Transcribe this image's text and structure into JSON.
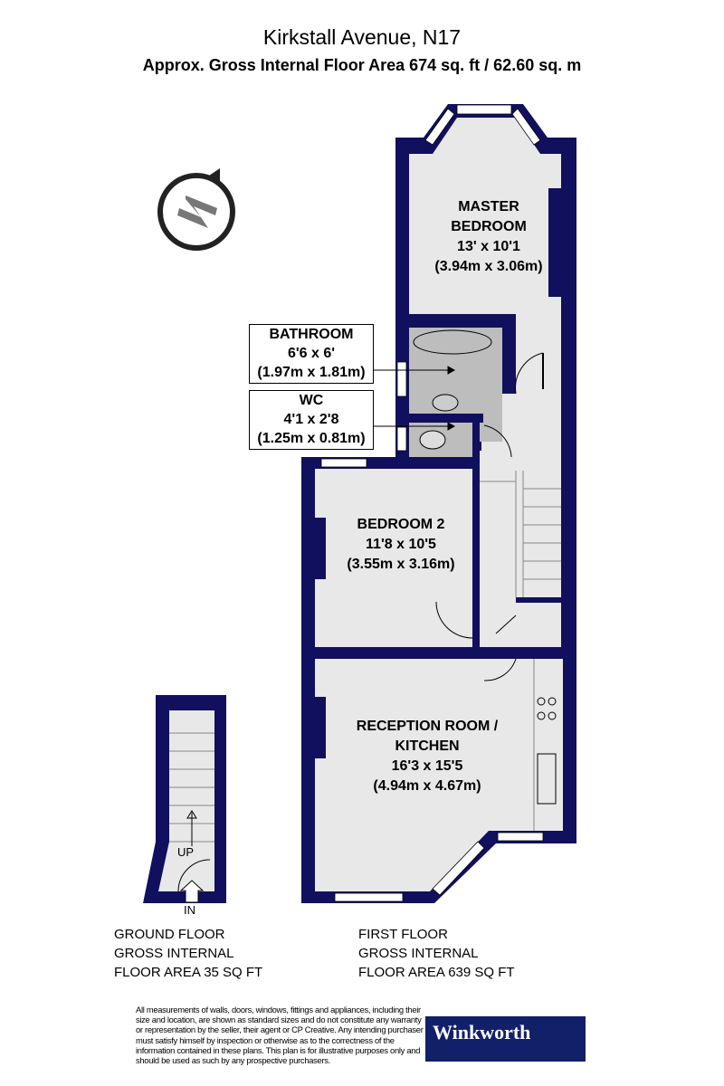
{
  "header": {
    "title": "Kirkstall Avenue, N17",
    "subtitle": "Approx. Gross Internal Floor Area 674 sq. ft / 62.60 sq. m"
  },
  "rooms": {
    "master": {
      "name1": "MASTER",
      "name2": "BEDROOM",
      "imperial": "13' x 10'1",
      "metric": "(3.94m x 3.06m)"
    },
    "bathroom": {
      "name": "BATHROOM",
      "imperial": "6'6 x 6'",
      "metric": "(1.97m x 1.81m)"
    },
    "wc": {
      "name": "WC",
      "imperial": "4'1 x 2'8",
      "metric": "(1.25m x 0.81m)"
    },
    "bedroom2": {
      "name": "BEDROOM 2",
      "imperial": "11'8 x 10'5",
      "metric": "(3.55m x 3.16m)"
    },
    "reception": {
      "name1": "RECEPTION ROOM /",
      "name2": "KITCHEN",
      "imperial": "16'3 x 15'5",
      "metric": "(4.94m x 4.67m)"
    }
  },
  "ground_floor": {
    "up_label": "UP",
    "in_label": "IN",
    "line1": "GROUND FLOOR",
    "line2": "GROSS INTERNAL",
    "line3": "FLOOR AREA 35 SQ FT"
  },
  "first_floor": {
    "line1": "FIRST FLOOR",
    "line2": "GROSS INTERNAL",
    "line3": "FLOOR AREA 639 SQ FT"
  },
  "disclaimer": "All measurements of walls, doors, windows, fittings and appliances, including their size and location, are shown as standard sizes and do not constitute any warranty or representation by the seller, their agent or CP Creative. Any intending purchaser must satisfy himself by inspection or otherwise as to the correctness of the information contained in these plans. This plan is for illustrative purposes only and should be used as such by any prospective purchasers.",
  "logo": "Winkworth",
  "compass_letter": "N",
  "colors": {
    "wall": "#10105e",
    "floor": "#e8e8e8",
    "wet_room": "#bdbdbd",
    "logo_bg": "#12206a"
  }
}
